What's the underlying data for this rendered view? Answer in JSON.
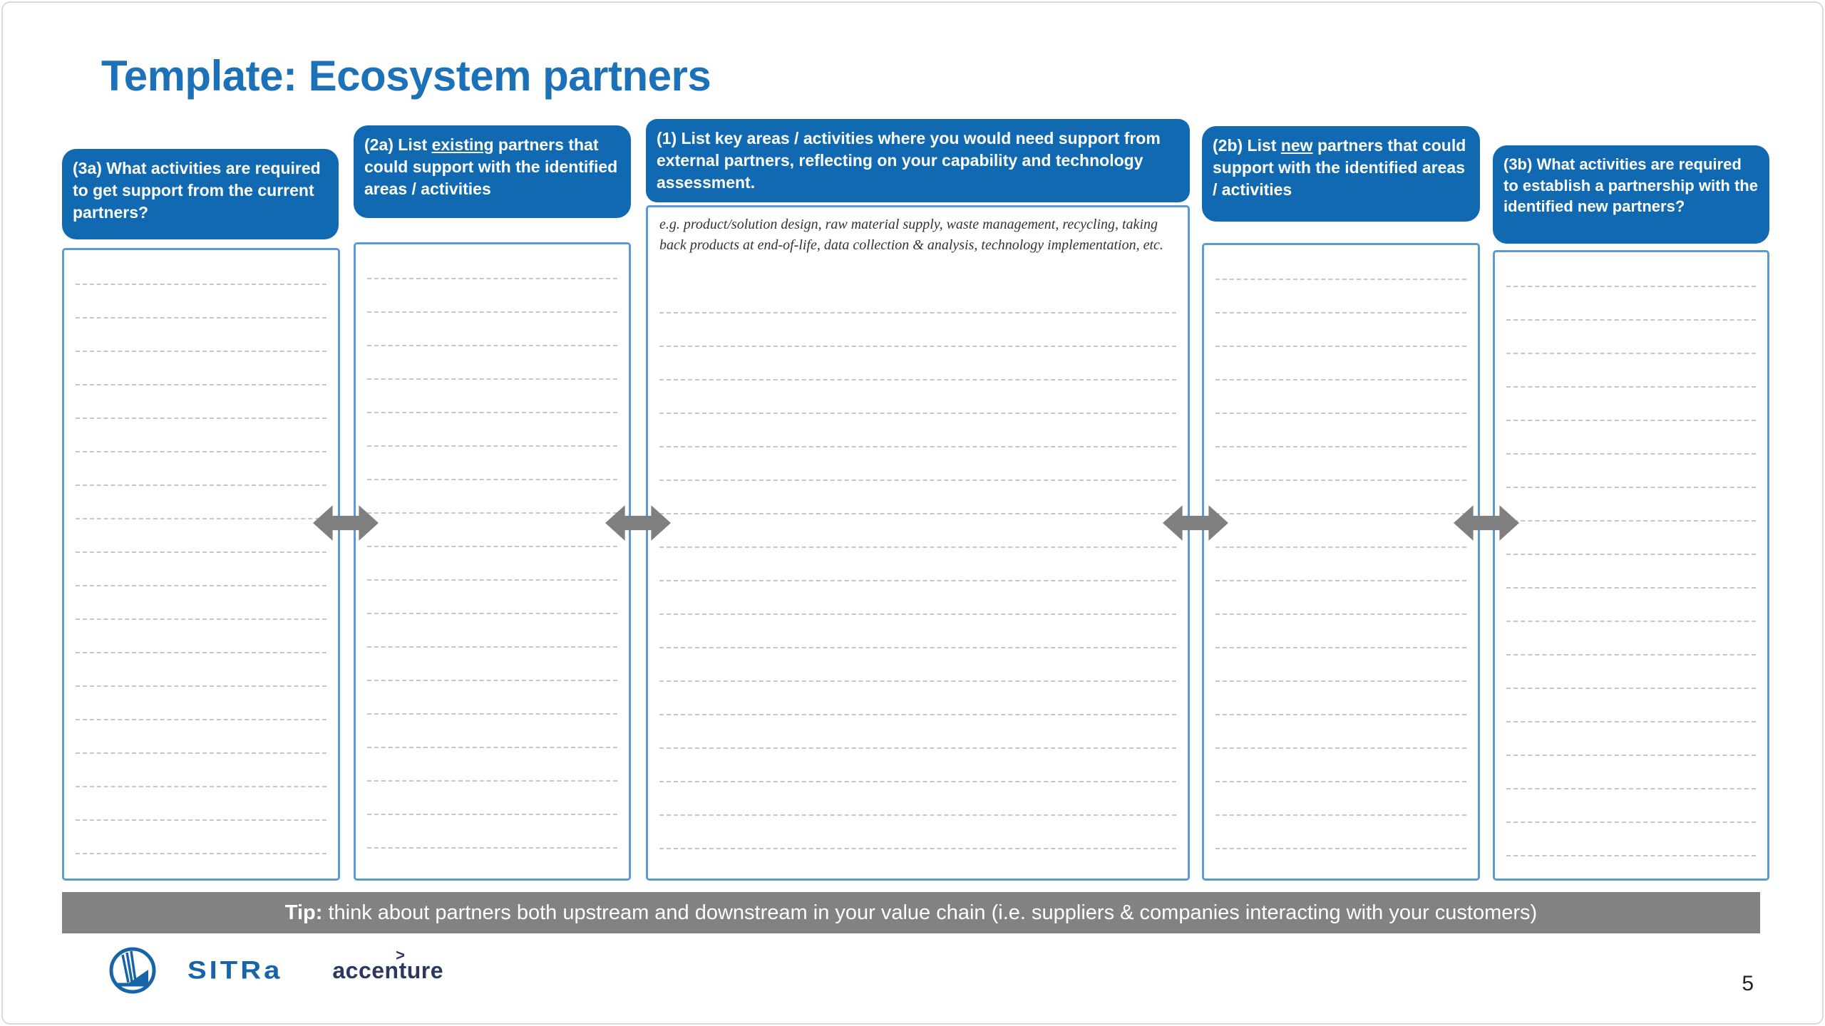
{
  "title": "Template: Ecosystem partners",
  "columns": [
    {
      "id": "3a",
      "header_pre": "(3a) What activities are required to get support from the current partners?",
      "header_underline": "",
      "header_post": ""
    },
    {
      "id": "2a",
      "header_pre": "(2a) List ",
      "header_underline": "existing",
      "header_post": " partners that could support with the identified areas / activities"
    },
    {
      "id": "1",
      "header_pre": "(1) List key areas / activities where you would need support from external partners, reflecting on your capability and technology assessment.",
      "header_underline": "",
      "header_post": "",
      "hint": "e.g. product/solution design, raw material supply, waste management, recycling, taking back products at end-of-life, data collection & analysis, technology implementation, etc."
    },
    {
      "id": "2b",
      "header_pre": "(2b) List ",
      "header_underline": "new",
      "header_post": " partners that could support with the identified areas / activities"
    },
    {
      "id": "3b",
      "header_pre": "(3b) What activities are required to establish a partnership with the identified new partners?",
      "header_underline": "",
      "header_post": ""
    }
  ],
  "tip": {
    "label": "Tip:",
    "text": " think about partners both upstream and downstream in your value chain (i.e. suppliers & companies interacting with your customers)"
  },
  "footer": {
    "sitra_wordmark": "SITRa",
    "accenture_wordmark": "accenture",
    "accenture_accent": ">"
  },
  "page_number": "5",
  "colors": {
    "title_blue": "#1C71B8",
    "header_blue": "#1069B1",
    "box_border_blue": "#5B9BD5",
    "arrow_gray": "#7F7F7F",
    "tip_bar_gray": "#828282",
    "sitra_blue": "#1765A8",
    "accenture_navy": "#2B3960"
  }
}
